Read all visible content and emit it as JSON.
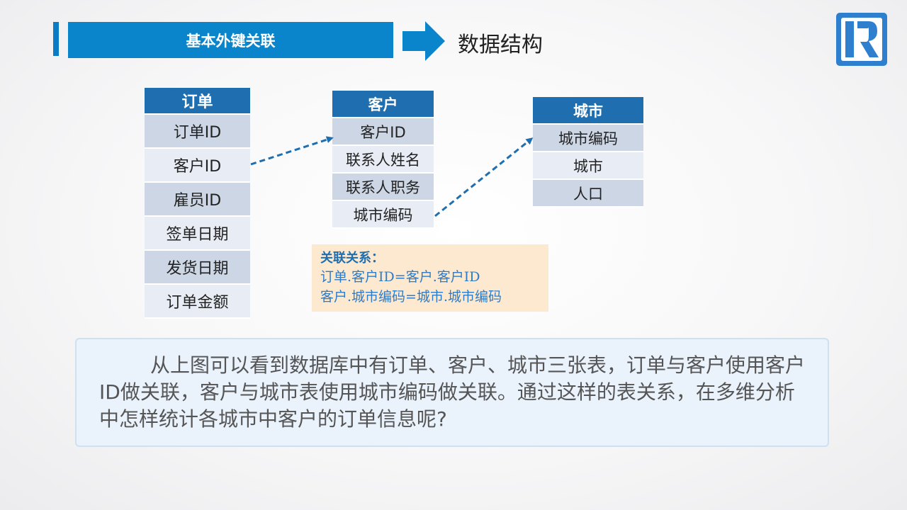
{
  "header": {
    "title": "基本外键关联",
    "section": "数据结构"
  },
  "tables": {
    "order": {
      "name": "订单",
      "fields": [
        "订单ID",
        "客户ID",
        "雇员ID",
        "签单日期",
        "发货日期",
        "订单金额"
      ]
    },
    "customer": {
      "name": "客户",
      "fields": [
        "客户ID",
        "联系人姓名",
        "联系人职务",
        "城市编码"
      ]
    },
    "city": {
      "name": "城市",
      "fields": [
        "城市编码",
        "城市",
        "人口"
      ]
    }
  },
  "relations": {
    "title": "关联关系：",
    "lines": [
      "订单.客户ID=客户.客户ID",
      "客户.城市编码=城市.城市编码"
    ]
  },
  "description": "从上图可以看到数据库中有订单、客户、城市三张表，订单与客户使用客户ID做关联，客户与城市表使用城市编码做关联。通过这样的表关系，在多维分析中怎样统计各城市中客户的订单信息呢?",
  "colors": {
    "accent": "#0a85cc",
    "table_header": "#1f6eb0",
    "row_dark": "#cdd6e5",
    "row_light": "#e8ecf4",
    "arrow": "#1f6eb0",
    "relation_bg": "#fde9cf",
    "description_bg": "#eaf2fc"
  },
  "icons": {
    "logo": "r-logo-icon",
    "title_arrow": "arrow-right-icon"
  }
}
